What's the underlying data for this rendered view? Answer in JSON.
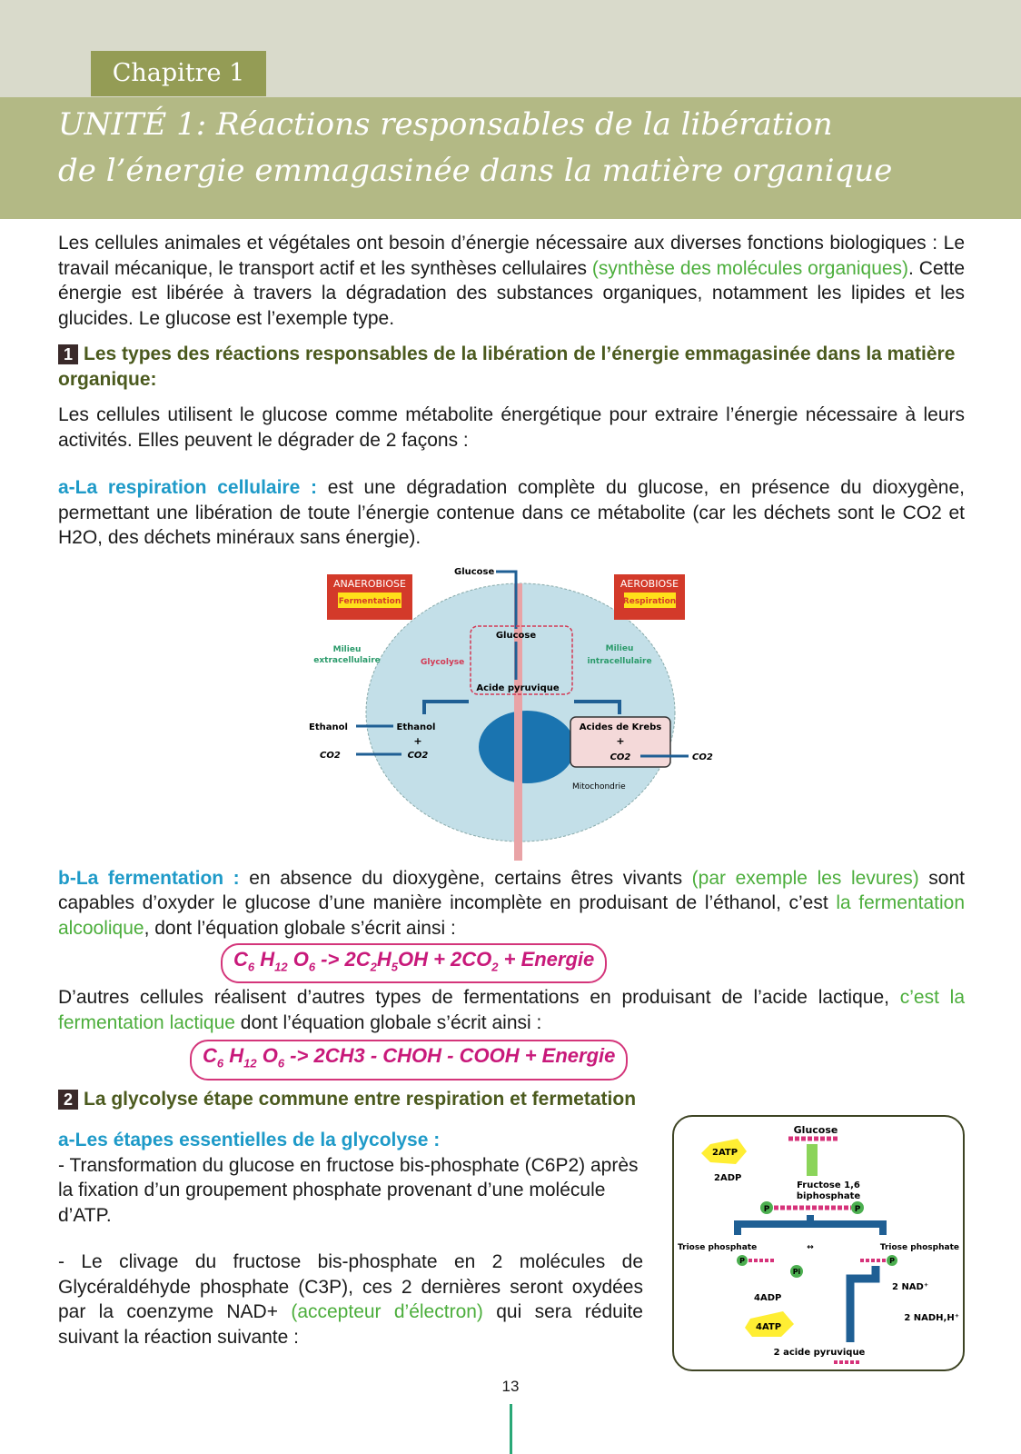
{
  "header": {
    "chapter": "Chapitre  1",
    "title_line1": "UNITÉ 1:  Réactions responsables de la libération",
    "title_line2": "de l’énergie emmagasinée dans la matière organique"
  },
  "intro": {
    "s1": "Les cellules animales et végétales ont besoin d’énergie nécessaire aux diverses fonctions biologiques : Le travail mécanique, le transport actif et les synthèses cellulaires ",
    "s2": "(synthèse des molécules organiques)",
    "s3": ". Cette énergie est libérée à travers la dégradation des substances organiques, notamment les lipides et les glucides. Le glucose est l’exemple type."
  },
  "section1": {
    "num": "1",
    "title": "Les types des réactions responsables de la libération de l’énergie emmagasinée dans la matière organique:"
  },
  "para2": "Les cellules utilisent le glucose comme métabolite énergétique pour extraire l’énergie nécessaire à leurs activités. Elles peuvent le dégrader de 2 façons :",
  "respiration": {
    "label": "a-La respiration cellulaire :",
    "text": " est une dégradation complète du glucose, en présence du dioxygène, permettant une libération de toute  l’énergie contenue dans  ce métabolite (car les déchets sont le CO2 et H2O, des déchets minéraux sans énergie)."
  },
  "diagram": {
    "anaerobiose": "ANAEROBIOSE",
    "fermentation": "Fermentation",
    "aerobiose": "AEROBIOSE",
    "respiration": "Respiration",
    "glucose_out": "Glucose",
    "glucose_in": "Glucose",
    "milieu_extra_1": "Milieu",
    "milieu_extra_2": "extracellulaire",
    "milieu_intra_1": "Milieu",
    "milieu_intra_2": "intracellulaire",
    "glycolyse": "Glycolyse",
    "acide_pyruvique": "Acide pyruvique",
    "ethanol_out": "Ethanol",
    "ethanol_in": "Ethanol",
    "plus": "+",
    "co2": "CO2",
    "krebs": "Acides de Krebs",
    "mitochondrie": "Mitochondrie"
  },
  "fermentation": {
    "label": "b-La fermentation :",
    "t1": " en absence du dioxygène, certains êtres vivants ",
    "g1": "(par exemple les levures)",
    "t2": " sont capables d’oxyder le glucose d’une manière incomplète en produisant de l’éthanol, c’est ",
    "g2": "la fermentation alcoolique",
    "t3": ", dont l’équation globale s’écrit ainsi :"
  },
  "eq1": {
    "c": "C",
    "c_sub": "6",
    "h": " H",
    "h_sub": "12",
    "o": " O",
    "o_sub": "6",
    "r1": " -> 2C",
    "r1_sub": "2",
    "r2": "H",
    "r2_sub": "5",
    "r3": "OH + 2CO",
    "r3_sub": "2",
    "r4": " + Energie"
  },
  "lactique": {
    "t1": "D’autres cellules réalisent d’autres types de fermentations en produisant de l’acide lactique, ",
    "g1": "c’est la fermentation lactique",
    "t2": " dont l’équation globale s’écrit ainsi :"
  },
  "eq2": {
    "c": "C",
    "c_sub": "6",
    "h": " H",
    "h_sub": "12",
    "o": " O",
    "o_sub": "6",
    "rest": " -> 2CH3 - CHOH -  COOH + Energie"
  },
  "section2": {
    "num": "2",
    "title": "La glycolyse étape commune entre respiration et fermetation"
  },
  "etapes": {
    "label": "a-Les étapes essentielles de la glycolyse :",
    "p1": "- Transformation du glucose en fructose bis-phosphate (C6P2) après la fixation d’un groupement phosphate provenant d’une molécule d’ATP.",
    "p2a": "- Le clivage du fructose bis-phosphate en 2 molécules de Glycéraldéhyde phosphate (C3P), ces 2 dernières seront oxydées par la coenzyme NAD+ ",
    "p2g": "(accepteur d’électron)",
    "p2b": " qui sera réduite suivant la réaction suivante :"
  },
  "fig2": {
    "glucose": "Glucose",
    "atp2": "2ATP",
    "adp2": "2ADP",
    "fructose1": "Fructose 1,6",
    "fructose2": "biphosphate",
    "p": "P",
    "pi": "Pi",
    "triose_left": "Triose phosphate",
    "arrow": "↔",
    "triose_right": "Triose phosphate",
    "nad": "2 NAD⁺",
    "adp4": "4ADP",
    "nadh": "2 NADH,H⁺",
    "atp4": "4ATP",
    "pyruvique": "2 acide pyruvique"
  },
  "page_number": "13",
  "colors": {
    "banner": "#b3b985",
    "chapter": "#949c55",
    "green_text": "#4cae3c",
    "blue_label": "#1e9ac8",
    "equation": "#c8197a"
  }
}
